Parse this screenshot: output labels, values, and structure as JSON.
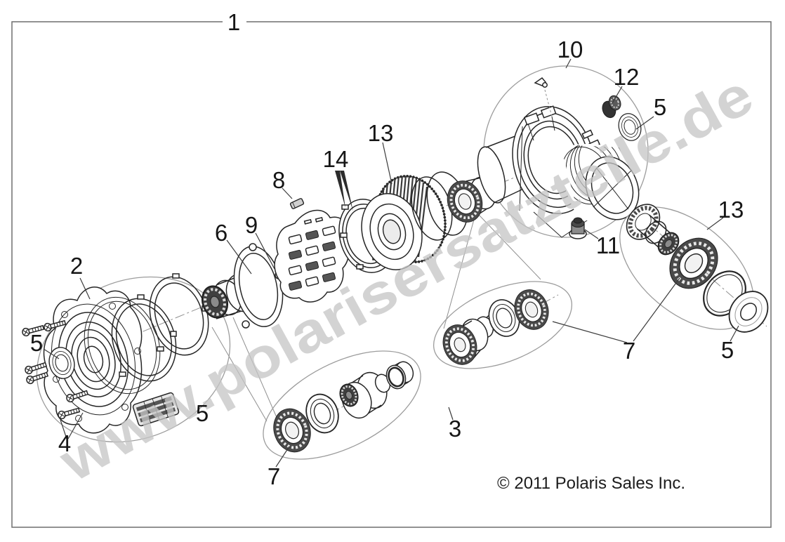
{
  "figure": {
    "border_label": "1",
    "watermark": "www.polarisersatzteile.de",
    "copyright": "© 2011 Polaris Sales Inc."
  },
  "callouts": [
    {
      "id": "front-cover",
      "label": "2"
    },
    {
      "id": "seal-left",
      "label": "5"
    },
    {
      "id": "screws",
      "label": "4"
    },
    {
      "id": "needle-cage",
      "label": "5"
    },
    {
      "id": "armature-plate",
      "label": "6"
    },
    {
      "id": "roll-cage",
      "label": "9"
    },
    {
      "id": "dowel-pin",
      "label": "8"
    },
    {
      "id": "retainer-ring",
      "label": "14"
    },
    {
      "id": "clutch-drum",
      "label": "13"
    },
    {
      "id": "gearcase-housing",
      "label": "10"
    },
    {
      "id": "fill-plug",
      "label": "12"
    },
    {
      "id": "housing-seal",
      "label": "5"
    },
    {
      "id": "drain-plug",
      "label": "11"
    },
    {
      "id": "output-shaft",
      "label": "13"
    },
    {
      "id": "thrust-washer",
      "label": "5"
    },
    {
      "id": "bearing-right",
      "label": "7"
    },
    {
      "id": "bearing-left",
      "label": "7"
    },
    {
      "id": "bearing-kit",
      "label": "3"
    }
  ]
}
